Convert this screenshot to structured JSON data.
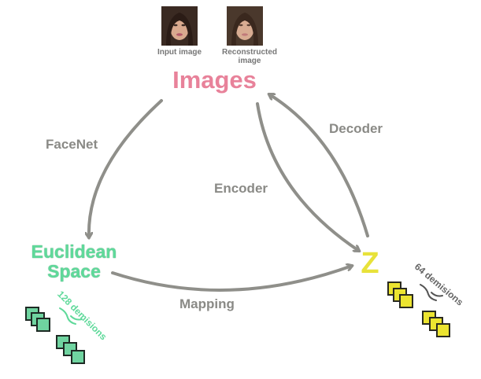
{
  "images_node": {
    "title": "Images",
    "color": "#e8829a",
    "input_caption": "Input image",
    "reconstructed_caption": "Reconstructed image"
  },
  "euclidean_node": {
    "title_line1": "Euclidean",
    "title_line2": "Space",
    "color": "#5fd99a",
    "dim_label": "128 demisions"
  },
  "z_node": {
    "title": "Z",
    "color": "#e8e23a",
    "dim_label": "64 demisions"
  },
  "edges": {
    "facenet": "FaceNet",
    "encoder": "Encoder",
    "decoder": "Decoder",
    "mapping": "Mapping"
  },
  "colors": {
    "arrow": "#8f8f8a",
    "label": "#8a8a86",
    "square_green": "#6fd4a0",
    "square_yellow": "#ece430"
  }
}
